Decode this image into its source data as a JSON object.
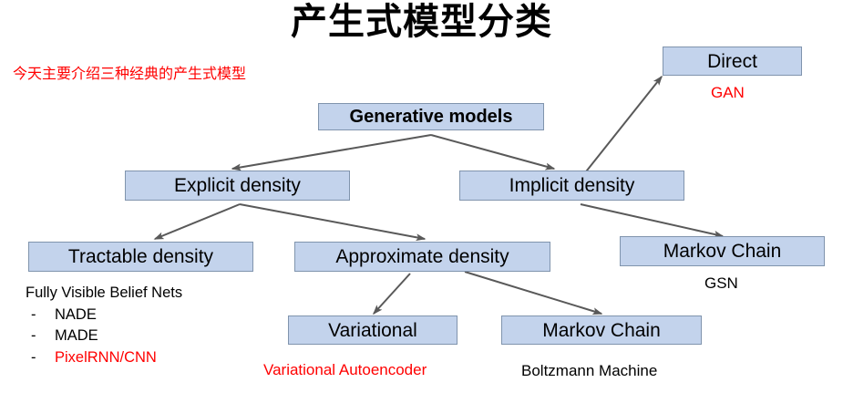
{
  "slide": {
    "title": "产生式模型分类",
    "subtitle": "今天主要介绍三种经典的产生式模型",
    "background": "#ffffff",
    "node_fill": "#c3d3ec",
    "node_border": "#8094ad",
    "arrow_color": "#595959",
    "accent_red": "#ff0000"
  },
  "nodes": {
    "root": {
      "label": "Generative models"
    },
    "explicit": {
      "label": "Explicit density"
    },
    "implicit": {
      "label": "Implicit density"
    },
    "tractable": {
      "label": "Tractable density"
    },
    "approximate": {
      "label": "Approximate density"
    },
    "direct": {
      "label": "Direct"
    },
    "markov_implicit": {
      "label": "Markov Chain"
    },
    "variational": {
      "label": "Variational"
    },
    "markov_approx": {
      "label": "Markov Chain"
    }
  },
  "captions": {
    "gan": "GAN",
    "gsn": "GSN",
    "vae": "Variational Autoencoder",
    "boltzmann": "Boltzmann Machine"
  },
  "tractable_list": {
    "heading": "Fully Visible Belief Nets",
    "dash": "-",
    "items": [
      {
        "text": "NADE",
        "red": false
      },
      {
        "text": "MADE",
        "red": false
      },
      {
        "text": "PixelRNN/CNN",
        "red": true
      }
    ]
  }
}
